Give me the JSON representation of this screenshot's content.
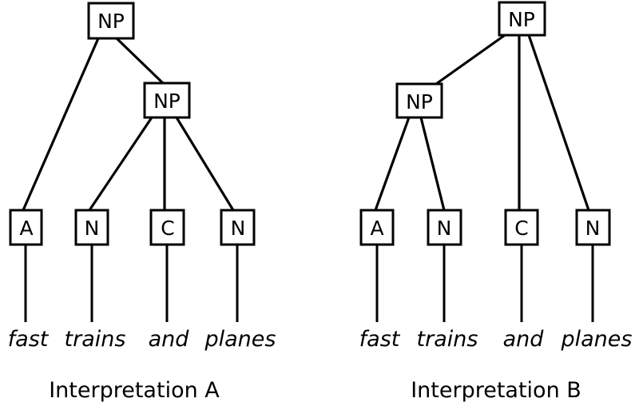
{
  "figure": {
    "background_color": "#ffffff",
    "line_color": "#000000",
    "phrase": [
      "fast",
      "trains",
      "and",
      "planes"
    ]
  },
  "tree_a": {
    "caption": "Interpretation A",
    "root": "NP",
    "inner": "NP",
    "leaves": [
      "A",
      "N",
      "C",
      "N"
    ],
    "words": [
      "fast",
      "trains",
      "and",
      "planes"
    ],
    "edges": [
      {
        "from": "root",
        "to": "leaf-a"
      },
      {
        "from": "root",
        "to": "inner-np"
      },
      {
        "from": "inner-np",
        "to": "leaf-n1"
      },
      {
        "from": "inner-np",
        "to": "leaf-c"
      },
      {
        "from": "inner-np",
        "to": "leaf-n2"
      }
    ]
  },
  "tree_b": {
    "caption": "Interpretation B",
    "root": "NP",
    "inner": "NP",
    "leaves": [
      "A",
      "N",
      "C",
      "N"
    ],
    "words": [
      "fast",
      "trains",
      "and",
      "planes"
    ],
    "edges": [
      {
        "from": "root",
        "to": "inner-np"
      },
      {
        "from": "root",
        "to": "leaf-c"
      },
      {
        "from": "root",
        "to": "leaf-n2"
      },
      {
        "from": "inner-np",
        "to": "leaf-a"
      },
      {
        "from": "inner-np",
        "to": "leaf-n1"
      }
    ]
  }
}
